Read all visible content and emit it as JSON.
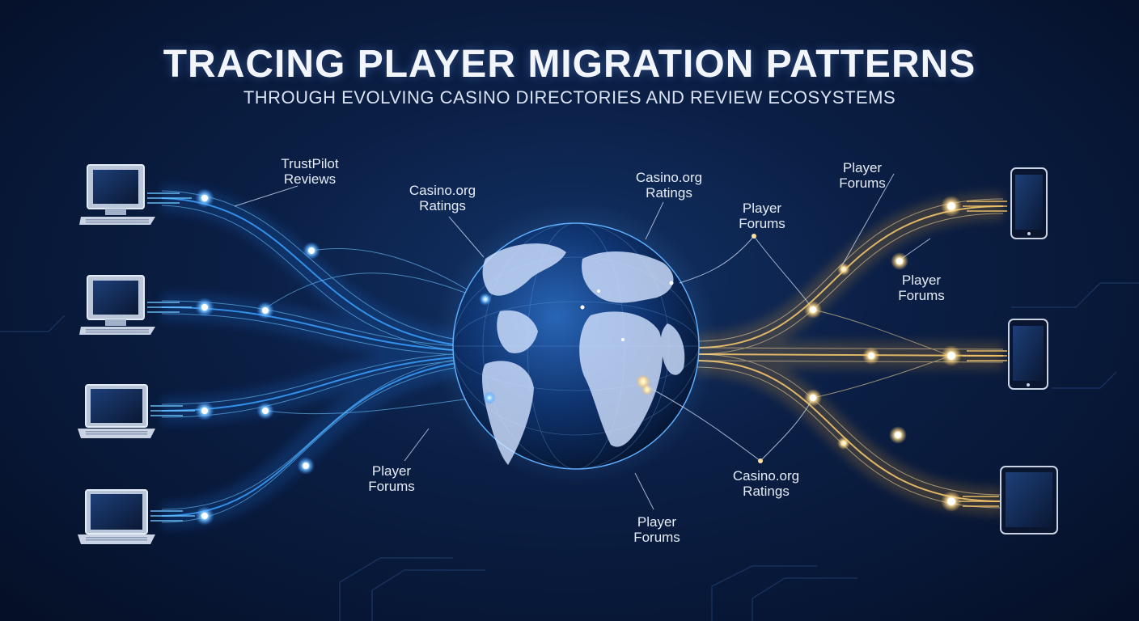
{
  "header": {
    "title": "TRACING PLAYER MIGRATION PATTERNS",
    "subtitle": "THROUGH EVOLVING CASINO DIRECTORIES AND REVIEW ECOSYSTEMS"
  },
  "labels": {
    "trustpilot": [
      "TrustPilot",
      "Reviews"
    ],
    "casino_org_left": [
      "Casino.org",
      "Ratings"
    ],
    "casino_org_top": [
      "Casino.org",
      "Ratings"
    ],
    "forums_top_right": [
      "Player",
      "Forums"
    ],
    "forums_center_right": [
      "Player",
      "Forums"
    ],
    "forums_right": [
      "Player",
      "Forums"
    ],
    "forums_left_bottom": [
      "Player",
      "Forums"
    ],
    "casino_org_bottom_right": [
      "Casino.org",
      "Ratings"
    ],
    "forums_bottom_center": [
      "Player",
      "Forums"
    ]
  },
  "devices": {
    "left": [
      "desktop-monitor",
      "desktop-monitor",
      "laptop",
      "laptop"
    ],
    "right": [
      "smartphone",
      "smartphone",
      "tablet"
    ]
  },
  "colors": {
    "left_stream": "#3aa0ff",
    "right_stream": "#f2c46a",
    "globe_land": "#cfe0ff",
    "text": "#e6ecf7"
  }
}
